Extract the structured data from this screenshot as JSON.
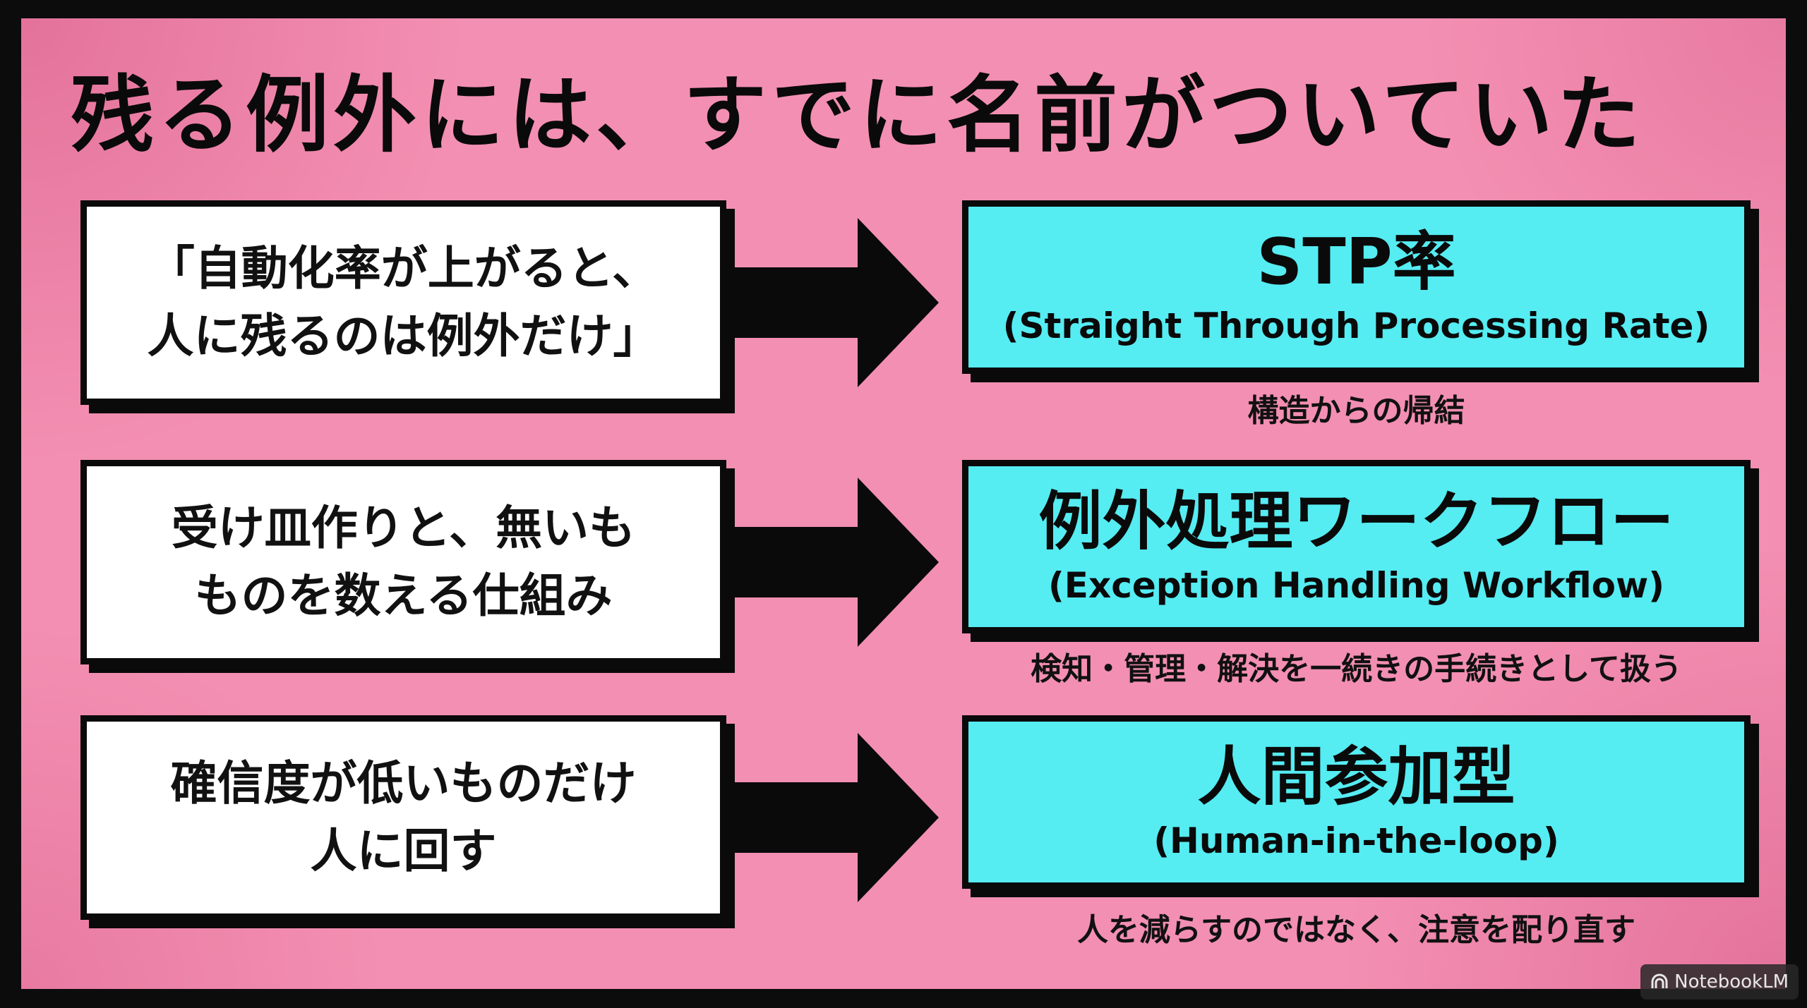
{
  "title": "残る例外には、すでに名前がついていた",
  "rows": [
    {
      "left_text": "「自動化率が上がると、\n人に残るのは例外だけ」",
      "right_main": "STP率",
      "right_sub": "(Straight Through Processing Rate)",
      "note": "構造からの帰結"
    },
    {
      "left_text": "受け皿作りと、無いも\nものを数える仕組み",
      "right_main": "例外処理ワークフロー",
      "right_sub": "(Exception Handling Workflow)",
      "note": "検知・管理・解決を一続きの手続きとして扱う"
    },
    {
      "left_text": "確信度が低いものだけ\n人に回す",
      "right_main": "人間参加型",
      "right_sub": "(Human-in-the-loop)",
      "note": "人を減らすのではなく、注意を配り直す"
    }
  ],
  "badge": {
    "label": "NotebookLM",
    "icon": "notebooklm-logo-icon"
  },
  "colors": {
    "background": "#f38fb2",
    "left_box": "#ffffff",
    "right_box": "#55ecf2",
    "ink": "#0a0a0a"
  }
}
